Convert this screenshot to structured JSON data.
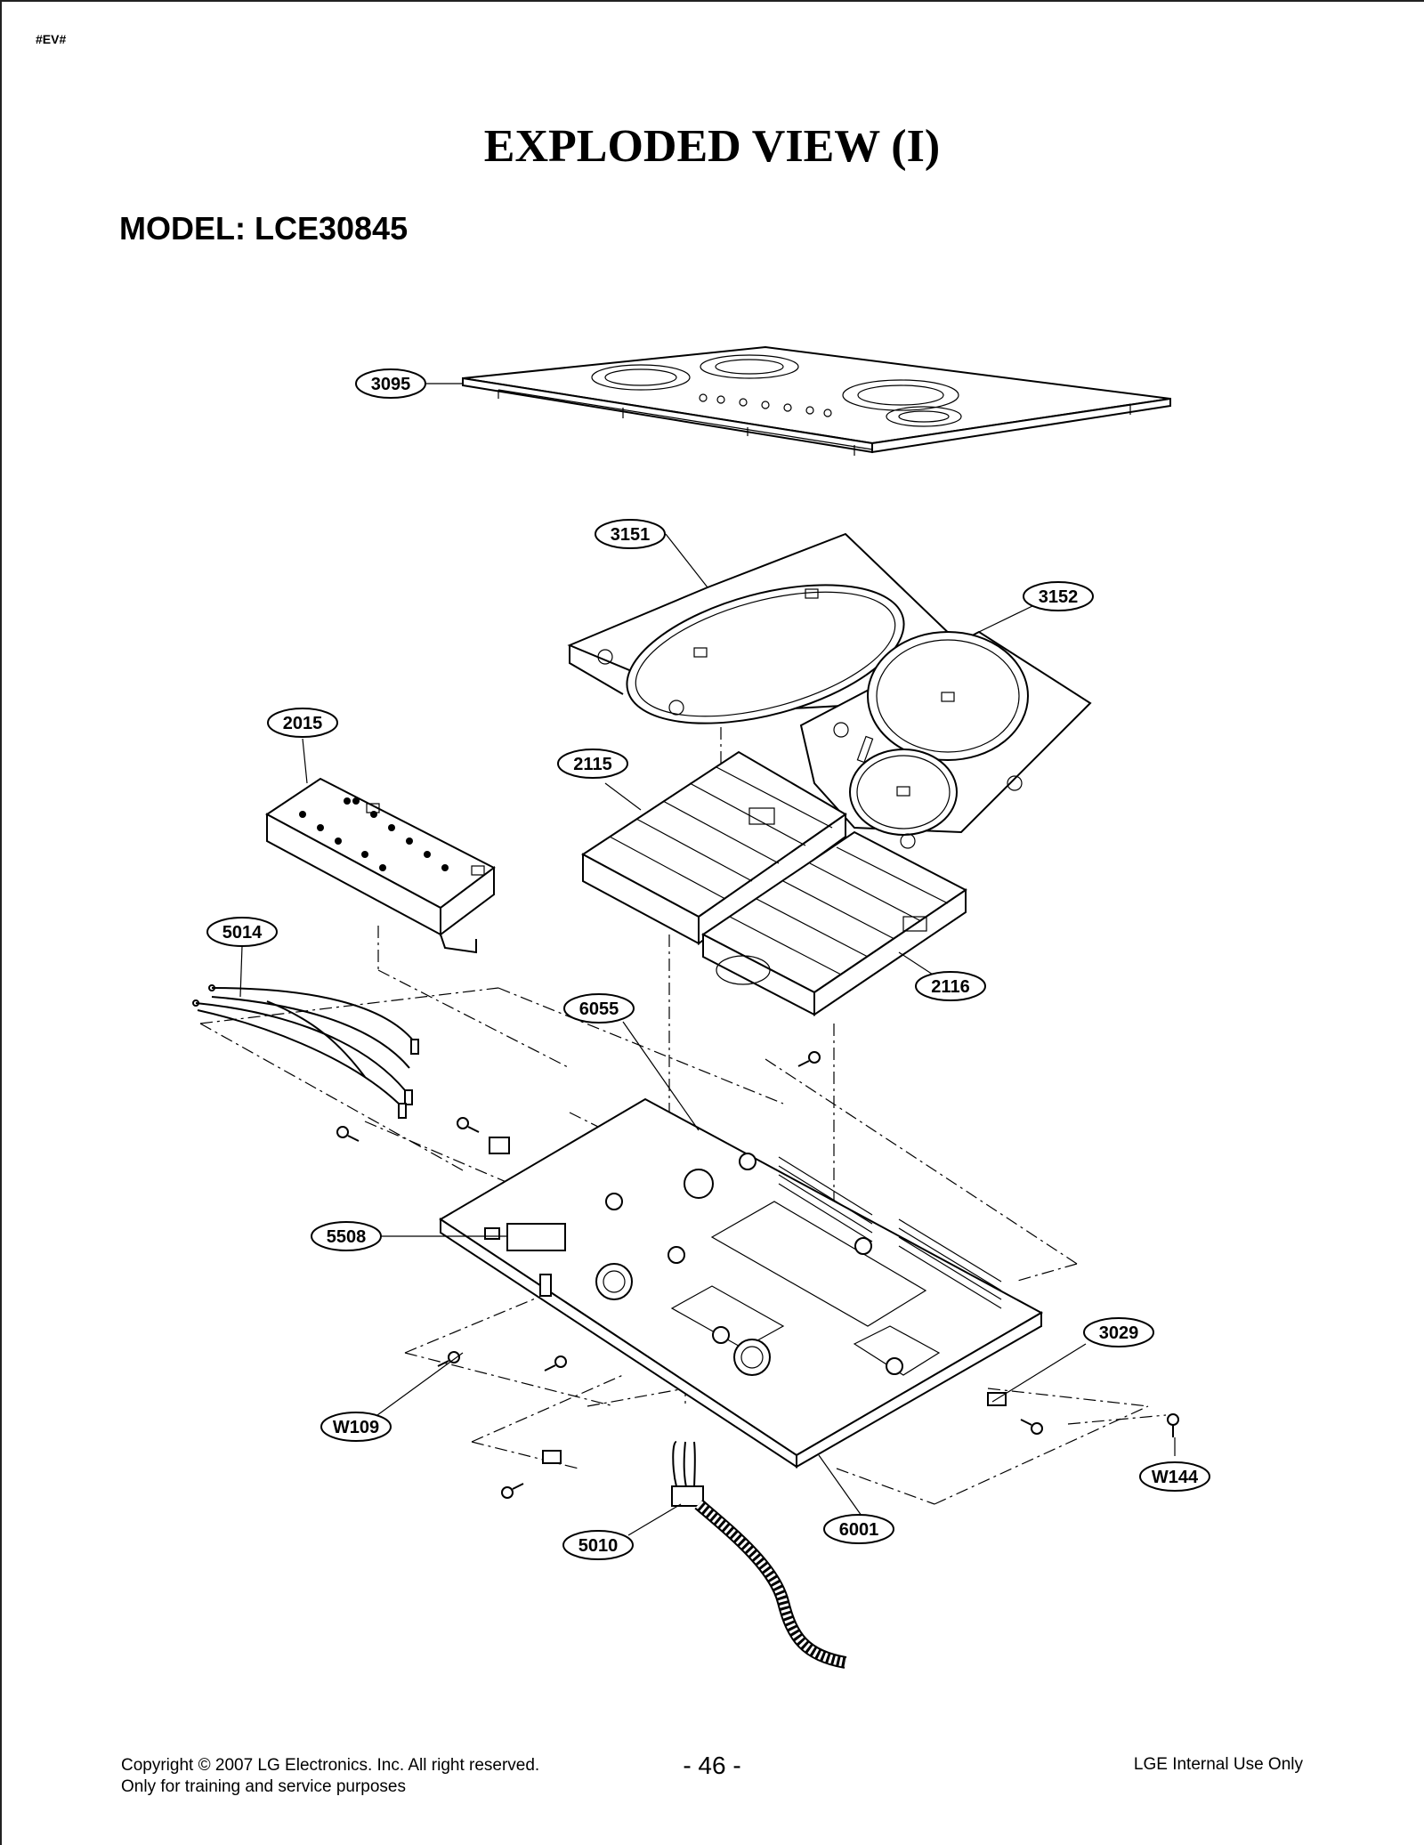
{
  "header": {
    "tag": "#EV#",
    "title": "EXPLODED VIEW (I)",
    "model": "MODEL: LCE30845"
  },
  "callouts": {
    "p3095": "3095",
    "p3151": "3151",
    "p3152": "3152",
    "p2015": "2015",
    "p2115": "2115",
    "p2116": "2116",
    "p5014": "5014",
    "p6055": "6055",
    "p5508": "5508",
    "p3029": "3029",
    "pW109": "W109",
    "pW144": "W144",
    "p5010": "5010",
    "p6001": "6001"
  },
  "footer": {
    "copyright": "Copyright © 2007 LG Electronics. Inc. All right reserved.",
    "usage": "Only for training and service purposes",
    "page": "- 46 -",
    "internal": "LGE Internal Use Only"
  }
}
